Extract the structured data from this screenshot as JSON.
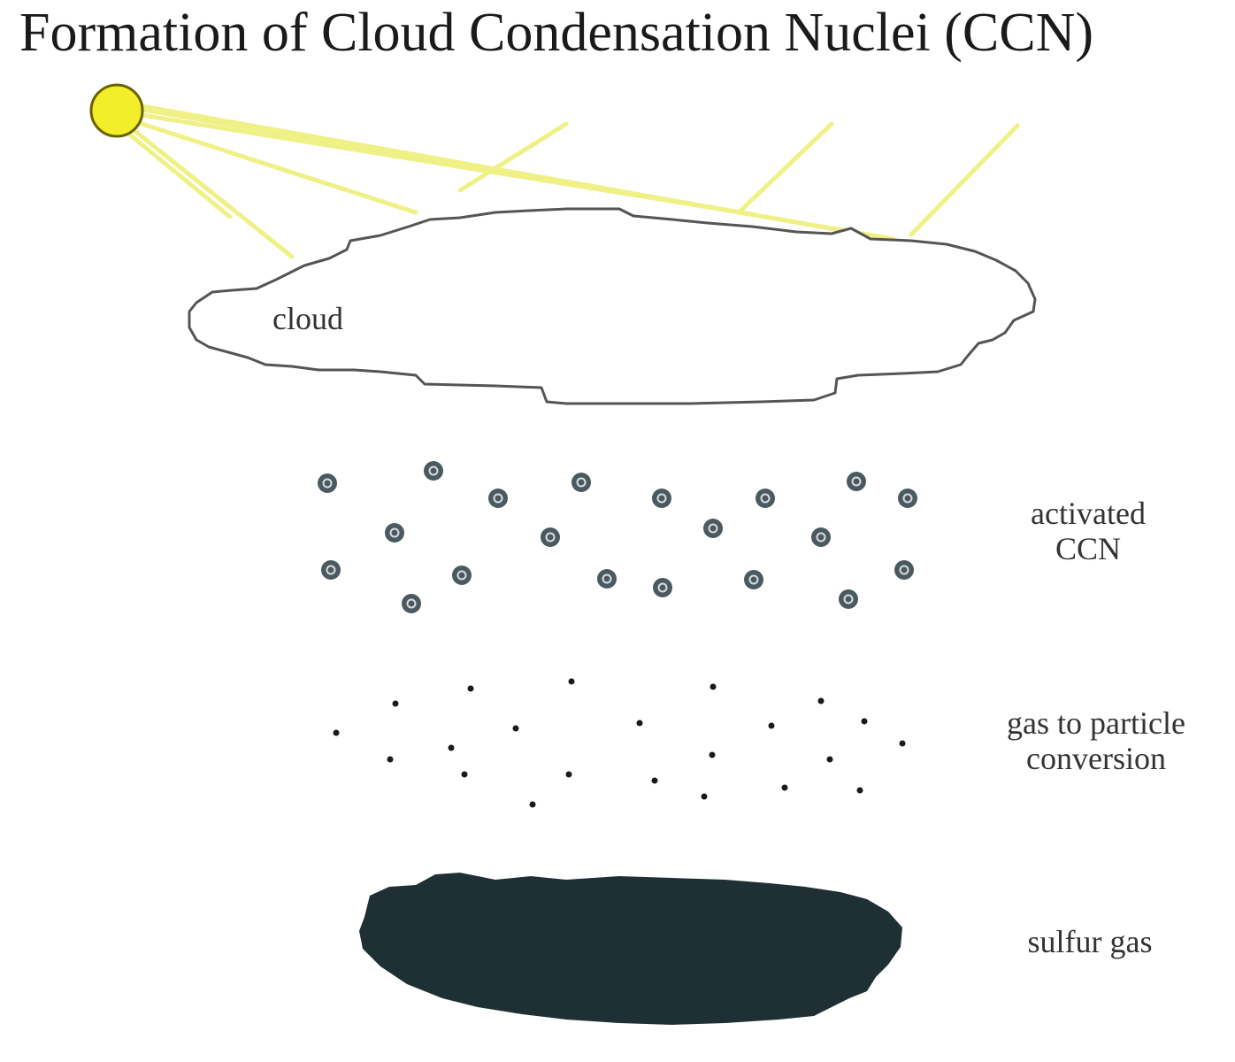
{
  "title": "Formation of Cloud Condensation Nuclei (CCN)",
  "labels": {
    "cloud": "cloud",
    "activated_ccn_line1": "activated",
    "activated_ccn_line2": "CCN",
    "gas_conversion_line1": "gas to particle",
    "gas_conversion_line2": "conversion",
    "sulfur_gas": "sulfur gas"
  },
  "colors": {
    "sun_fill": "#f2ee2a",
    "sun_stroke": "#6b6200",
    "sun_rays": "#eef07a",
    "cloud_stroke": "#555555",
    "ccn_particle": "#4a5a60",
    "gas_particle": "#1a1a1a",
    "sulfur_gas_fill": "#1f3034"
  },
  "icons": {
    "sun": "sun-icon",
    "cloud": "cloud-shape",
    "ccn": "activated-ccn-particle",
    "gas_particle": "gas-particle-dot",
    "sulfur_gas": "sulfur-gas-blob"
  }
}
